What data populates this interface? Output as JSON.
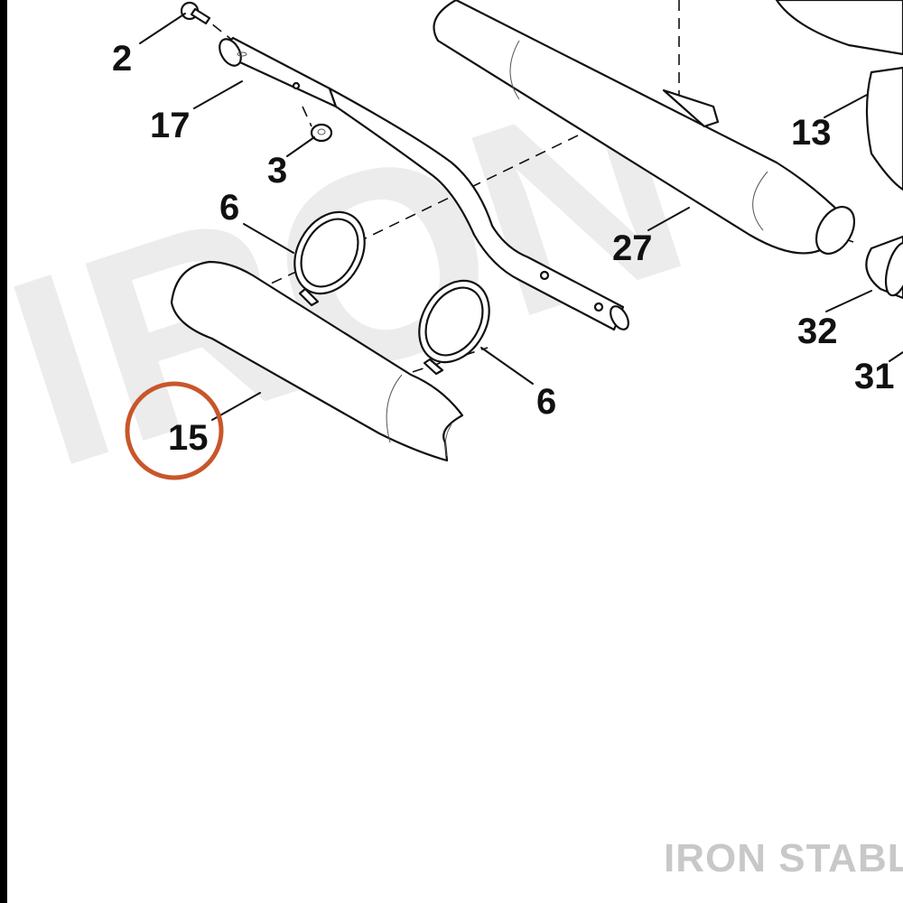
{
  "watermark": {
    "text": "IRON"
  },
  "brand": {
    "text": "IRON STABLE"
  },
  "highlight": {
    "color": "#c8562b",
    "target": "15"
  },
  "callouts": [
    {
      "id": "2",
      "label": "2"
    },
    {
      "id": "17",
      "label": "17"
    },
    {
      "id": "3",
      "label": "3"
    },
    {
      "id": "6a",
      "label": "6"
    },
    {
      "id": "6b",
      "label": "6"
    },
    {
      "id": "15",
      "label": "15"
    },
    {
      "id": "27",
      "label": "27"
    },
    {
      "id": "13",
      "label": "13"
    },
    {
      "id": "32",
      "label": "32"
    },
    {
      "id": "31",
      "label": "31"
    }
  ]
}
